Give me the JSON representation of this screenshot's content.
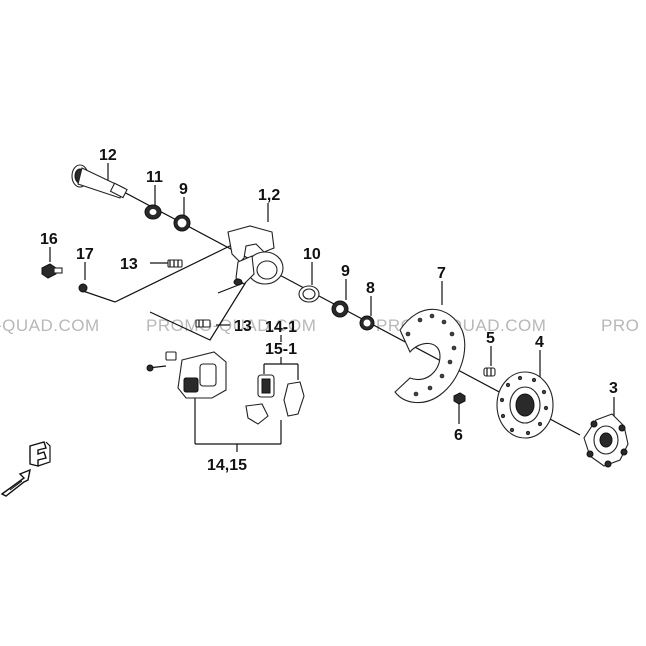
{
  "watermark": {
    "segments": [
      "-QUAD.COM",
      "PROMO-QUAD.COM",
      "PROMO-QUAD.COM",
      "PRO"
    ]
  },
  "callouts": {
    "p12": "12",
    "p11": "11",
    "p9a": "9",
    "p1_2": "1,2",
    "p16": "16",
    "p17": "17",
    "p13a": "13",
    "p10": "10",
    "p9b": "9",
    "p8": "8",
    "p7": "7",
    "p13b": "13",
    "p14_1": "14-1",
    "p15_1": "15-1",
    "p5": "5",
    "p4": "4",
    "p3": "3",
    "p6": "6",
    "p14_15": "14,15"
  },
  "direction_marker": {
    "letter": "F",
    "icon": "front-arrow-icon"
  },
  "colors": {
    "line": "#111111",
    "watermark": "#b8b8b8",
    "background": "#ffffff"
  }
}
